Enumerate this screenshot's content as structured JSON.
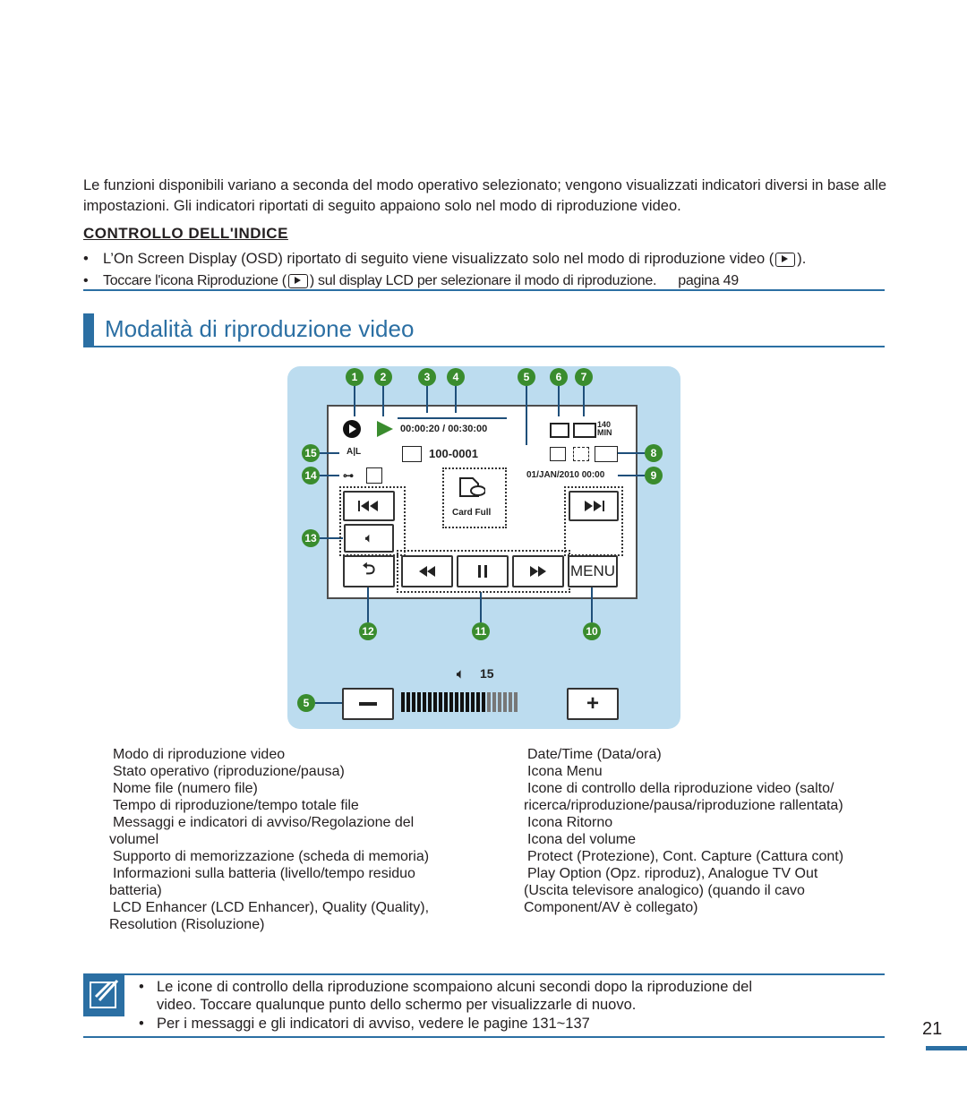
{
  "intro": "Le funzioni disponibili variano a seconda del modo operativo selezionato; vengono visualizzati indicatori diversi in base alle impostazioni. Gli indicatori riportati di seguito appaiono solo nel modo di riproduzione video.",
  "subheading": "CONTROLLO DELL'INDICE",
  "bullets": {
    "b1_pre": "L’On Screen Display (OSD) riportato di seguito viene visualizzato solo nel modo di riproduzione video (",
    "b1_post": ").",
    "b2_pre": "Toccare l'icona Riproduzione (",
    "b2_post": ") sul display LCD per selezionare il modo di riproduzione.",
    "b2_page": "pagina 49"
  },
  "section_title": "Modalità di riproduzione video",
  "osd": {
    "time": "00:00:20 / 00:30:00",
    "file": "100-0001",
    "datetime": "01/JAN/2010 00:00",
    "card_full": "Card Full",
    "menu_label": "MENU",
    "volume_value": "15",
    "volume_steps_filled": 16,
    "volume_steps_total": 22,
    "callouts": [
      "1",
      "2",
      "3",
      "4",
      "5",
      "6",
      "7",
      "8",
      "9",
      "10",
      "11",
      "12",
      "13",
      "14",
      "15",
      "5"
    ]
  },
  "legend_left": [
    {
      "n": "",
      "text": "Modo di riproduzione video"
    },
    {
      "n": "",
      "text": "Stato operativo (riproduzione/pausa)"
    },
    {
      "n": "",
      "text": "Nome file (numero file)"
    },
    {
      "n": "",
      "text": "Tempo di riproduzione/tempo totale file"
    },
    {
      "n": "",
      "text": "Messaggi e indicatori di avviso/Regolazione del"
    },
    {
      "n": "",
      "text": "volumel",
      "indent": true
    },
    {
      "n": "",
      "text": "Supporto di memorizzazione (scheda di memoria)"
    },
    {
      "n": "",
      "text": "Informazioni sulla batteria (livello/tempo residuo"
    },
    {
      "n": "",
      "text": "batteria)",
      "indent": true
    },
    {
      "n": "",
      "text": "LCD Enhancer (LCD Enhancer), Quality (Quality),"
    },
    {
      "n": "",
      "text": "Resolution (Risoluzione)",
      "indent": true
    }
  ],
  "legend_right": [
    {
      "n": "",
      "text": "Date/Time (Data/ora)"
    },
    {
      "n": "",
      "text": "Icona Menu"
    },
    {
      "n": "",
      "text": "Icone di controllo della riproduzione video (salto/"
    },
    {
      "n": "",
      "text": "ricerca/riproduzione/pausa/riproduzione rallentata)",
      "indent": true
    },
    {
      "n": "",
      "text": "Icona Ritorno"
    },
    {
      "n": "",
      "text": "Icona del volume"
    },
    {
      "n": "",
      "text": "Protect (Protezione), Cont. Capture (Cattura cont)"
    },
    {
      "n": "",
      "text": "Play Option (Opz. riproduz), Analogue TV Out"
    },
    {
      "n": "",
      "text": "(Uscita televisore analogico) (quando il cavo",
      "indent": true
    },
    {
      "n": "",
      "text": "Component/AV è collegato)",
      "indent": true
    }
  ],
  "notes": [
    "Le icone di controllo della riproduzione scompaiono alcuni secondi dopo la riproduzione del",
    "video. Toccare qualunque punto dello schermo per visualizzarle di nuovo.",
    "Per i messaggi e gli indicatori di avviso, vedere le pagine 131~137"
  ],
  "page_number": "21",
  "colors": {
    "accent": "#2b6fa3",
    "panel": "#bcdcef",
    "callout": "#3a8c2e"
  }
}
